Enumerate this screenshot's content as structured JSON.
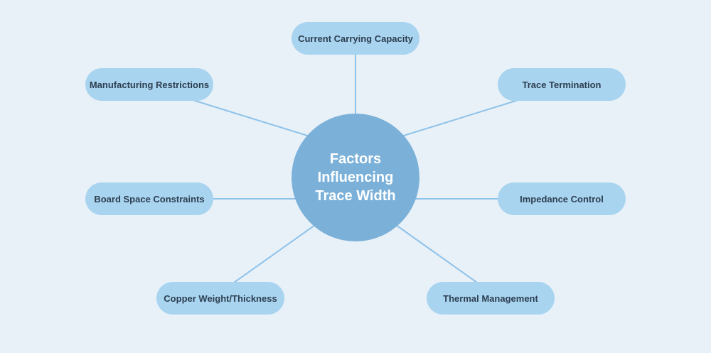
{
  "diagram": {
    "type": "mindmap",
    "center_label": "Factors Influencing Trace Width",
    "center_label_lines": [
      "Factors",
      "Influencing",
      "Trace Width"
    ]
  },
  "nodes": [
    {
      "id": "current-carrying-capacity",
      "label": "Current Carrying Capacity",
      "position": "top"
    },
    {
      "id": "manufacturing-restrictions",
      "label": "Manufacturing Restrictions",
      "position": "top-left"
    },
    {
      "id": "trace-termination",
      "label": "Trace Termination",
      "position": "top-right"
    },
    {
      "id": "board-space-constraints",
      "label": "Board Space Constraints",
      "position": "left"
    },
    {
      "id": "impedance-control",
      "label": "Impedance Control",
      "position": "right"
    },
    {
      "id": "copper-weight-thickness",
      "label": "Copper Weight/Thickness",
      "position": "bottom-left"
    },
    {
      "id": "thermal-management",
      "label": "Thermal Management",
      "position": "bottom-right"
    }
  ],
  "colors": {
    "background": "#e8f1f8",
    "node_fill": "#a9d4f0",
    "node_text": "#2c3e50",
    "center_fill": "#7bb1d9",
    "center_text": "#ffffff",
    "connector": "#8fc2e9"
  }
}
